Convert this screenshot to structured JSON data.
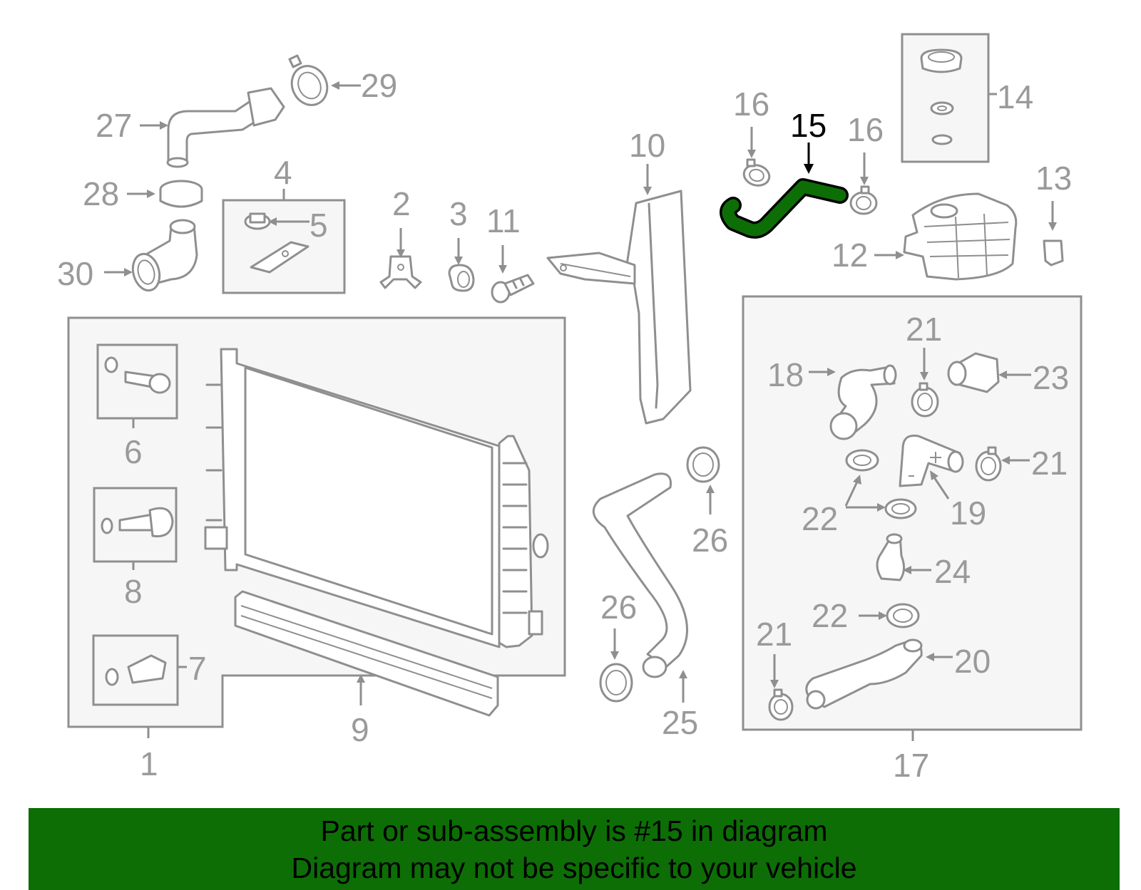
{
  "highlight_color": "#0d6e06",
  "callouts": {
    "c1": "1",
    "c2": "2",
    "c3": "3",
    "c4": "4",
    "c5": "5",
    "c6": "6",
    "c7": "7",
    "c8": "8",
    "c9": "9",
    "c10": "10",
    "c11": "11",
    "c12": "12",
    "c13": "13",
    "c14": "14",
    "c15": "15",
    "c16a": "16",
    "c16b": "16",
    "c17": "17",
    "c18": "18",
    "c19": "19",
    "c20": "20",
    "c21a": "21",
    "c21b": "21",
    "c21c": "21",
    "c22a": "22",
    "c22b": "22",
    "c23": "23",
    "c24": "24",
    "c25": "25",
    "c26a": "26",
    "c26b": "26",
    "c27": "27",
    "c28": "28",
    "c29": "29",
    "c30": "30"
  },
  "highlighted_part": "15",
  "banner": {
    "line1": "Part or sub-assembly is #15 in diagram",
    "line2": "Diagram may not be specific to your vehicle"
  }
}
